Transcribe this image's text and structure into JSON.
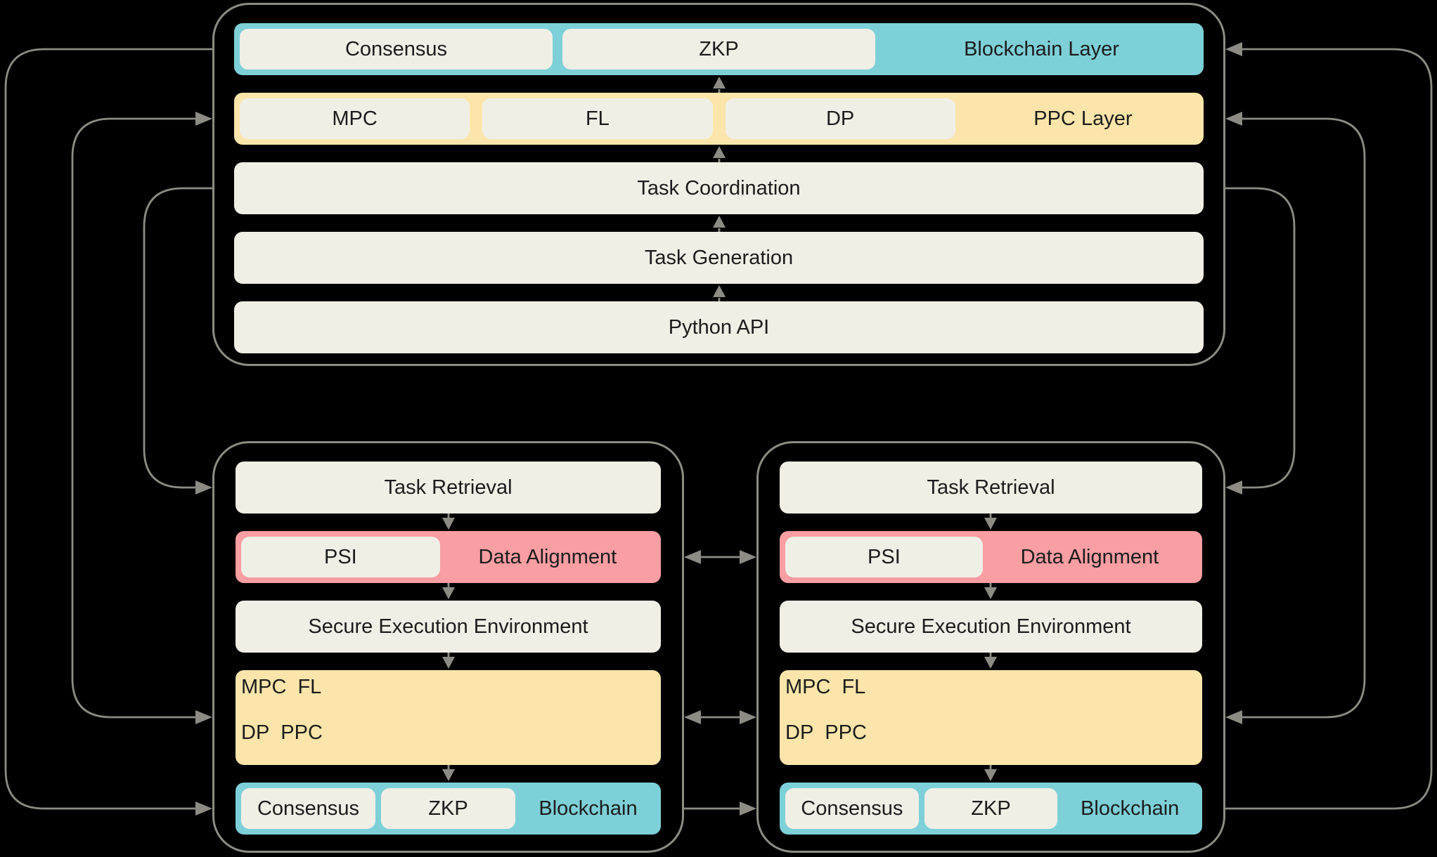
{
  "colors": {
    "background": "#000000",
    "line": "#8C8C84",
    "cream": "#F0EFE6",
    "teal": "#7ED0D8",
    "yellow": "#FBE5AA",
    "pink": "#F99EA3",
    "text": "#1C1C1C"
  },
  "coordinator": {
    "blockchain_layer": {
      "label": "Blockchain Layer",
      "modules": [
        "Consensus",
        "ZKP"
      ]
    },
    "ppc_layer": {
      "label": "PPC Layer",
      "modules": [
        "MPC",
        "FL",
        "DP"
      ]
    },
    "task_coordination": "Task Coordination",
    "task_generation": "Task Generation",
    "python_api": "Python API"
  },
  "participant_left": {
    "task_retrieval": "Task Retrieval",
    "data_alignment": {
      "label": "Data Alignment",
      "modules": [
        "PSI"
      ]
    },
    "secure_execution": "Secure Execution Environment",
    "ppc": {
      "label": "PPC",
      "modules": [
        "MPC",
        "FL",
        "DP"
      ]
    },
    "blockchain": {
      "label": "Blockchain",
      "modules": [
        "Consensus",
        "ZKP"
      ]
    }
  },
  "participant_right": {
    "task_retrieval": "Task Retrieval",
    "data_alignment": {
      "label": "Data Alignment",
      "modules": [
        "PSI"
      ]
    },
    "secure_execution": "Secure Execution Environment",
    "ppc": {
      "label": "PPC",
      "modules": [
        "MPC",
        "FL",
        "DP"
      ]
    },
    "blockchain": {
      "label": "Blockchain",
      "modules": [
        "Consensus",
        "ZKP"
      ]
    }
  },
  "connections": [
    {
      "from": "coordinator.python_api",
      "to": "coordinator.task_generation",
      "style": "arrow",
      "route": "internal-up"
    },
    {
      "from": "coordinator.task_generation",
      "to": "coordinator.task_coordination",
      "style": "arrow",
      "route": "internal-up"
    },
    {
      "from": "coordinator.task_coordination",
      "to": "coordinator.ppc_layer",
      "style": "arrow",
      "route": "internal-up"
    },
    {
      "from": "coordinator.ppc_layer",
      "to": "coordinator.blockchain_layer",
      "style": "arrow",
      "route": "internal-up"
    },
    {
      "from": "participant_left.task_retrieval",
      "to": "participant_left.data_alignment",
      "style": "arrow",
      "route": "internal-down"
    },
    {
      "from": "participant_left.data_alignment",
      "to": "participant_left.secure_execution",
      "style": "arrow",
      "route": "internal-down"
    },
    {
      "from": "participant_left.secure_execution",
      "to": "participant_left.ppc",
      "style": "arrow",
      "route": "internal-down"
    },
    {
      "from": "participant_left.ppc",
      "to": "participant_left.blockchain",
      "style": "arrow",
      "route": "internal-down"
    },
    {
      "from": "participant_right.task_retrieval",
      "to": "participant_right.data_alignment",
      "style": "arrow",
      "route": "internal-down"
    },
    {
      "from": "participant_right.data_alignment",
      "to": "participant_right.secure_execution",
      "style": "arrow",
      "route": "internal-down"
    },
    {
      "from": "participant_right.secure_execution",
      "to": "participant_right.ppc",
      "style": "arrow",
      "route": "internal-down"
    },
    {
      "from": "participant_right.ppc",
      "to": "participant_right.blockchain",
      "style": "arrow",
      "route": "internal-down"
    },
    {
      "from": "coordinator.blockchain_layer",
      "to": "participant_left.blockchain",
      "style": "arrow",
      "route": "left-outer"
    },
    {
      "from": "coordinator.ppc_layer",
      "to": "participant_left.ppc",
      "style": "double-arrow",
      "route": "left-middle"
    },
    {
      "from": "coordinator.task_coordination",
      "to": "participant_left.task_retrieval",
      "style": "arrow",
      "route": "left-inner"
    },
    {
      "from": "participant_right.blockchain",
      "to": "coordinator.blockchain_layer",
      "style": "arrow",
      "route": "right-outer"
    },
    {
      "from": "coordinator.ppc_layer",
      "to": "participant_right.ppc",
      "style": "double-arrow",
      "route": "right-middle"
    },
    {
      "from": "coordinator.task_coordination",
      "to": "participant_right.task_retrieval",
      "style": "arrow",
      "route": "right-inner"
    },
    {
      "from": "participant_left.data_alignment",
      "to": "participant_right.data_alignment",
      "style": "double-arrow",
      "route": "horizontal"
    },
    {
      "from": "participant_left.ppc",
      "to": "participant_right.ppc",
      "style": "double-arrow",
      "route": "horizontal"
    },
    {
      "from": "participant_left.blockchain",
      "to": "participant_right.blockchain",
      "style": "arrow",
      "route": "horizontal"
    }
  ]
}
